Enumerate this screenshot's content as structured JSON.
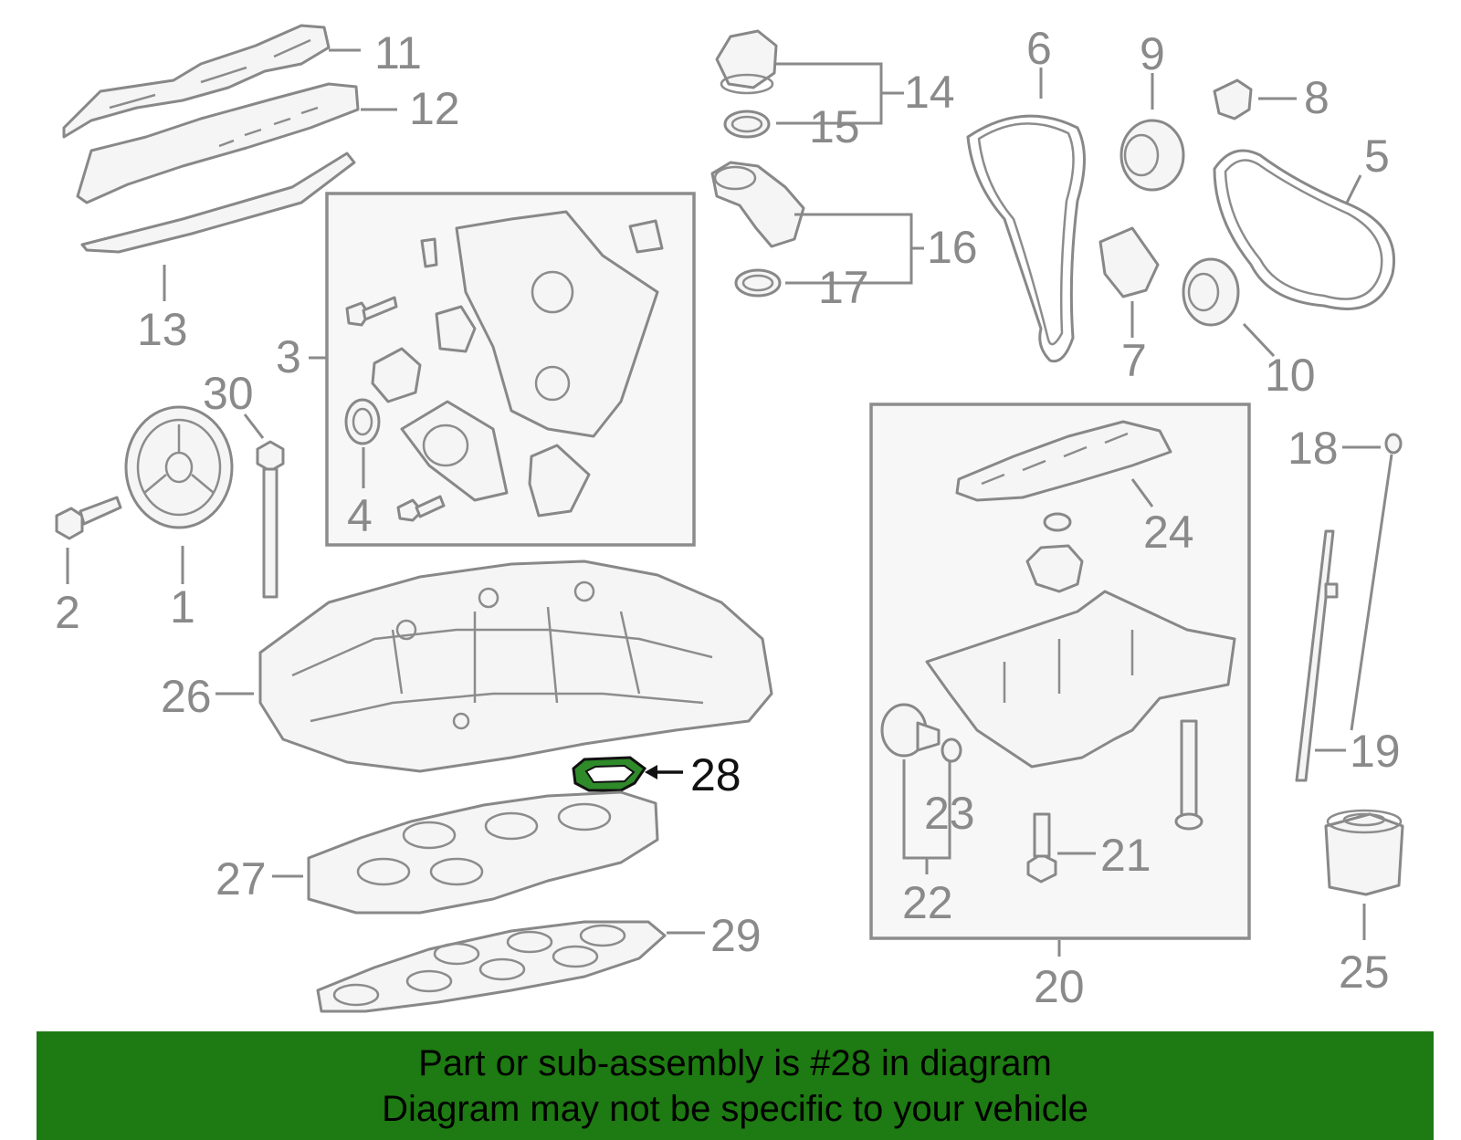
{
  "diagram": {
    "highlight_color": "#1e7a12",
    "highlighted_part": "28",
    "callouts": {
      "c1": "1",
      "c2": "2",
      "c3": "3",
      "c4": "4",
      "c5": "5",
      "c6": "6",
      "c7": "7",
      "c8": "8",
      "c9": "9",
      "c10": "10",
      "c11": "11",
      "c12": "12",
      "c13": "13",
      "c14": "14",
      "c15": "15",
      "c16": "16",
      "c17": "17",
      "c18": "18",
      "c19": "19",
      "c20": "20",
      "c21": "21",
      "c22": "22",
      "c23": "23",
      "c24": "24",
      "c25": "25",
      "c26": "26",
      "c27": "27",
      "c28": "28",
      "c29": "29",
      "c30": "30"
    }
  },
  "banner": {
    "line1": "Part or sub-assembly is #28 in diagram",
    "line2": "Diagram may not be specific to your vehicle"
  }
}
